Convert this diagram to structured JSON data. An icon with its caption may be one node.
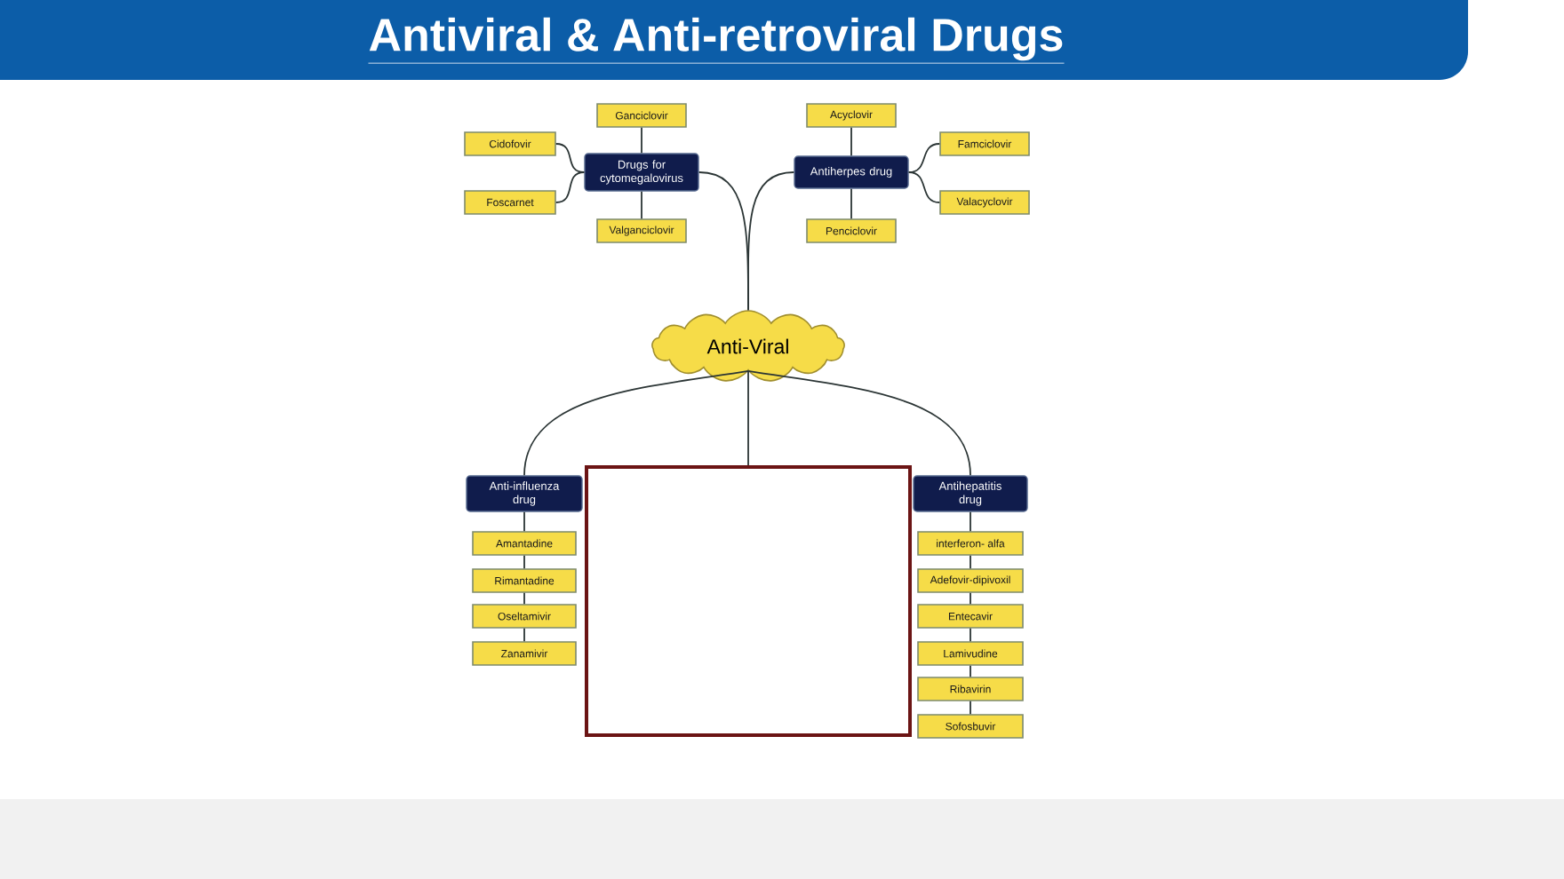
{
  "diagram": {
    "title": "Antiviral & Anti-retroviral Drugs",
    "nodes": [
      {
        "text": [
          "Anti-Viral"
        ]
      },
      {
        "text": [
          "Drugs for cytomegalovirus"
        ]
      },
      {
        "text": [
          "Ganciclovir"
        ]
      },
      {
        "text": [
          "Cidofovir"
        ]
      },
      {
        "text": [
          "Foscarnet"
        ]
      },
      {
        "text": [
          "Valganciclovir"
        ]
      },
      {
        "text": [
          "Antiherpes drug"
        ]
      },
      {
        "text": [
          "Acyclovir"
        ]
      },
      {
        "text": [
          "Famciclovir"
        ]
      },
      {
        "text": [
          "Valacyclovir"
        ]
      },
      {
        "text": [
          "Penciclovir"
        ]
      },
      {
        "text": [
          "Anti-influenza drug"
        ]
      },
      {
        "text": [
          "Amantadine"
        ]
      },
      {
        "text": [
          "Rimantadine"
        ]
      },
      {
        "text": [
          "Oseltamivir"
        ]
      },
      {
        "text": [
          "Zanamivir"
        ]
      },
      {
        "text": [],
        "shape": "box"
      },
      {
        "text": [
          "Antihepatitis drug"
        ]
      },
      {
        "text": [
          "interferon- alfa"
        ]
      },
      {
        "text": [
          "Adefovir-dipivoxil"
        ]
      },
      {
        "text": [
          "Entecavir"
        ]
      },
      {
        "text": [
          "Lamivudine"
        ]
      },
      {
        "text": [
          "Ribavirin"
        ]
      },
      {
        "text": [
          "Sofosbuvir"
        ]
      }
    ],
    "edges": [
      {
        "from": 0,
        "to": 1,
        "arrow": "none"
      },
      {
        "from": 0,
        "to": 6,
        "arrow": "none"
      },
      {
        "from": 0,
        "to": 11,
        "arrow": "none"
      },
      {
        "from": 0,
        "to": 16,
        "arrow": "none"
      },
      {
        "from": 0,
        "to": 17,
        "arrow": "none"
      },
      {
        "from": 1,
        "to": 2,
        "arrow": "none"
      },
      {
        "from": 1,
        "to": 3,
        "arrow": "none"
      },
      {
        "from": 1,
        "to": 4,
        "arrow": "none"
      },
      {
        "from": 1,
        "to": 5,
        "arrow": "none"
      },
      {
        "from": 6,
        "to": 7,
        "arrow": "none"
      },
      {
        "from": 6,
        "to": 8,
        "arrow": "none"
      },
      {
        "from": 6,
        "to": 9,
        "arrow": "none"
      },
      {
        "from": 6,
        "to": 10,
        "arrow": "none"
      },
      {
        "from": 11,
        "to": 12,
        "arrow": "none"
      },
      {
        "from": 12,
        "to": 13,
        "arrow": "none"
      },
      {
        "from": 13,
        "to": 14,
        "arrow": "none"
      },
      {
        "from": 14,
        "to": 15,
        "arrow": "none"
      },
      {
        "from": 17,
        "to": 18,
        "arrow": "none"
      },
      {
        "from": 18,
        "to": 19,
        "arrow": "none"
      },
      {
        "from": 19,
        "to": 20,
        "arrow": "none"
      },
      {
        "from": 20,
        "to": 21,
        "arrow": "none"
      },
      {
        "from": 21,
        "to": 22,
        "arrow": "none"
      },
      {
        "from": 22,
        "to": 23,
        "arrow": "none"
      }
    ]
  }
}
